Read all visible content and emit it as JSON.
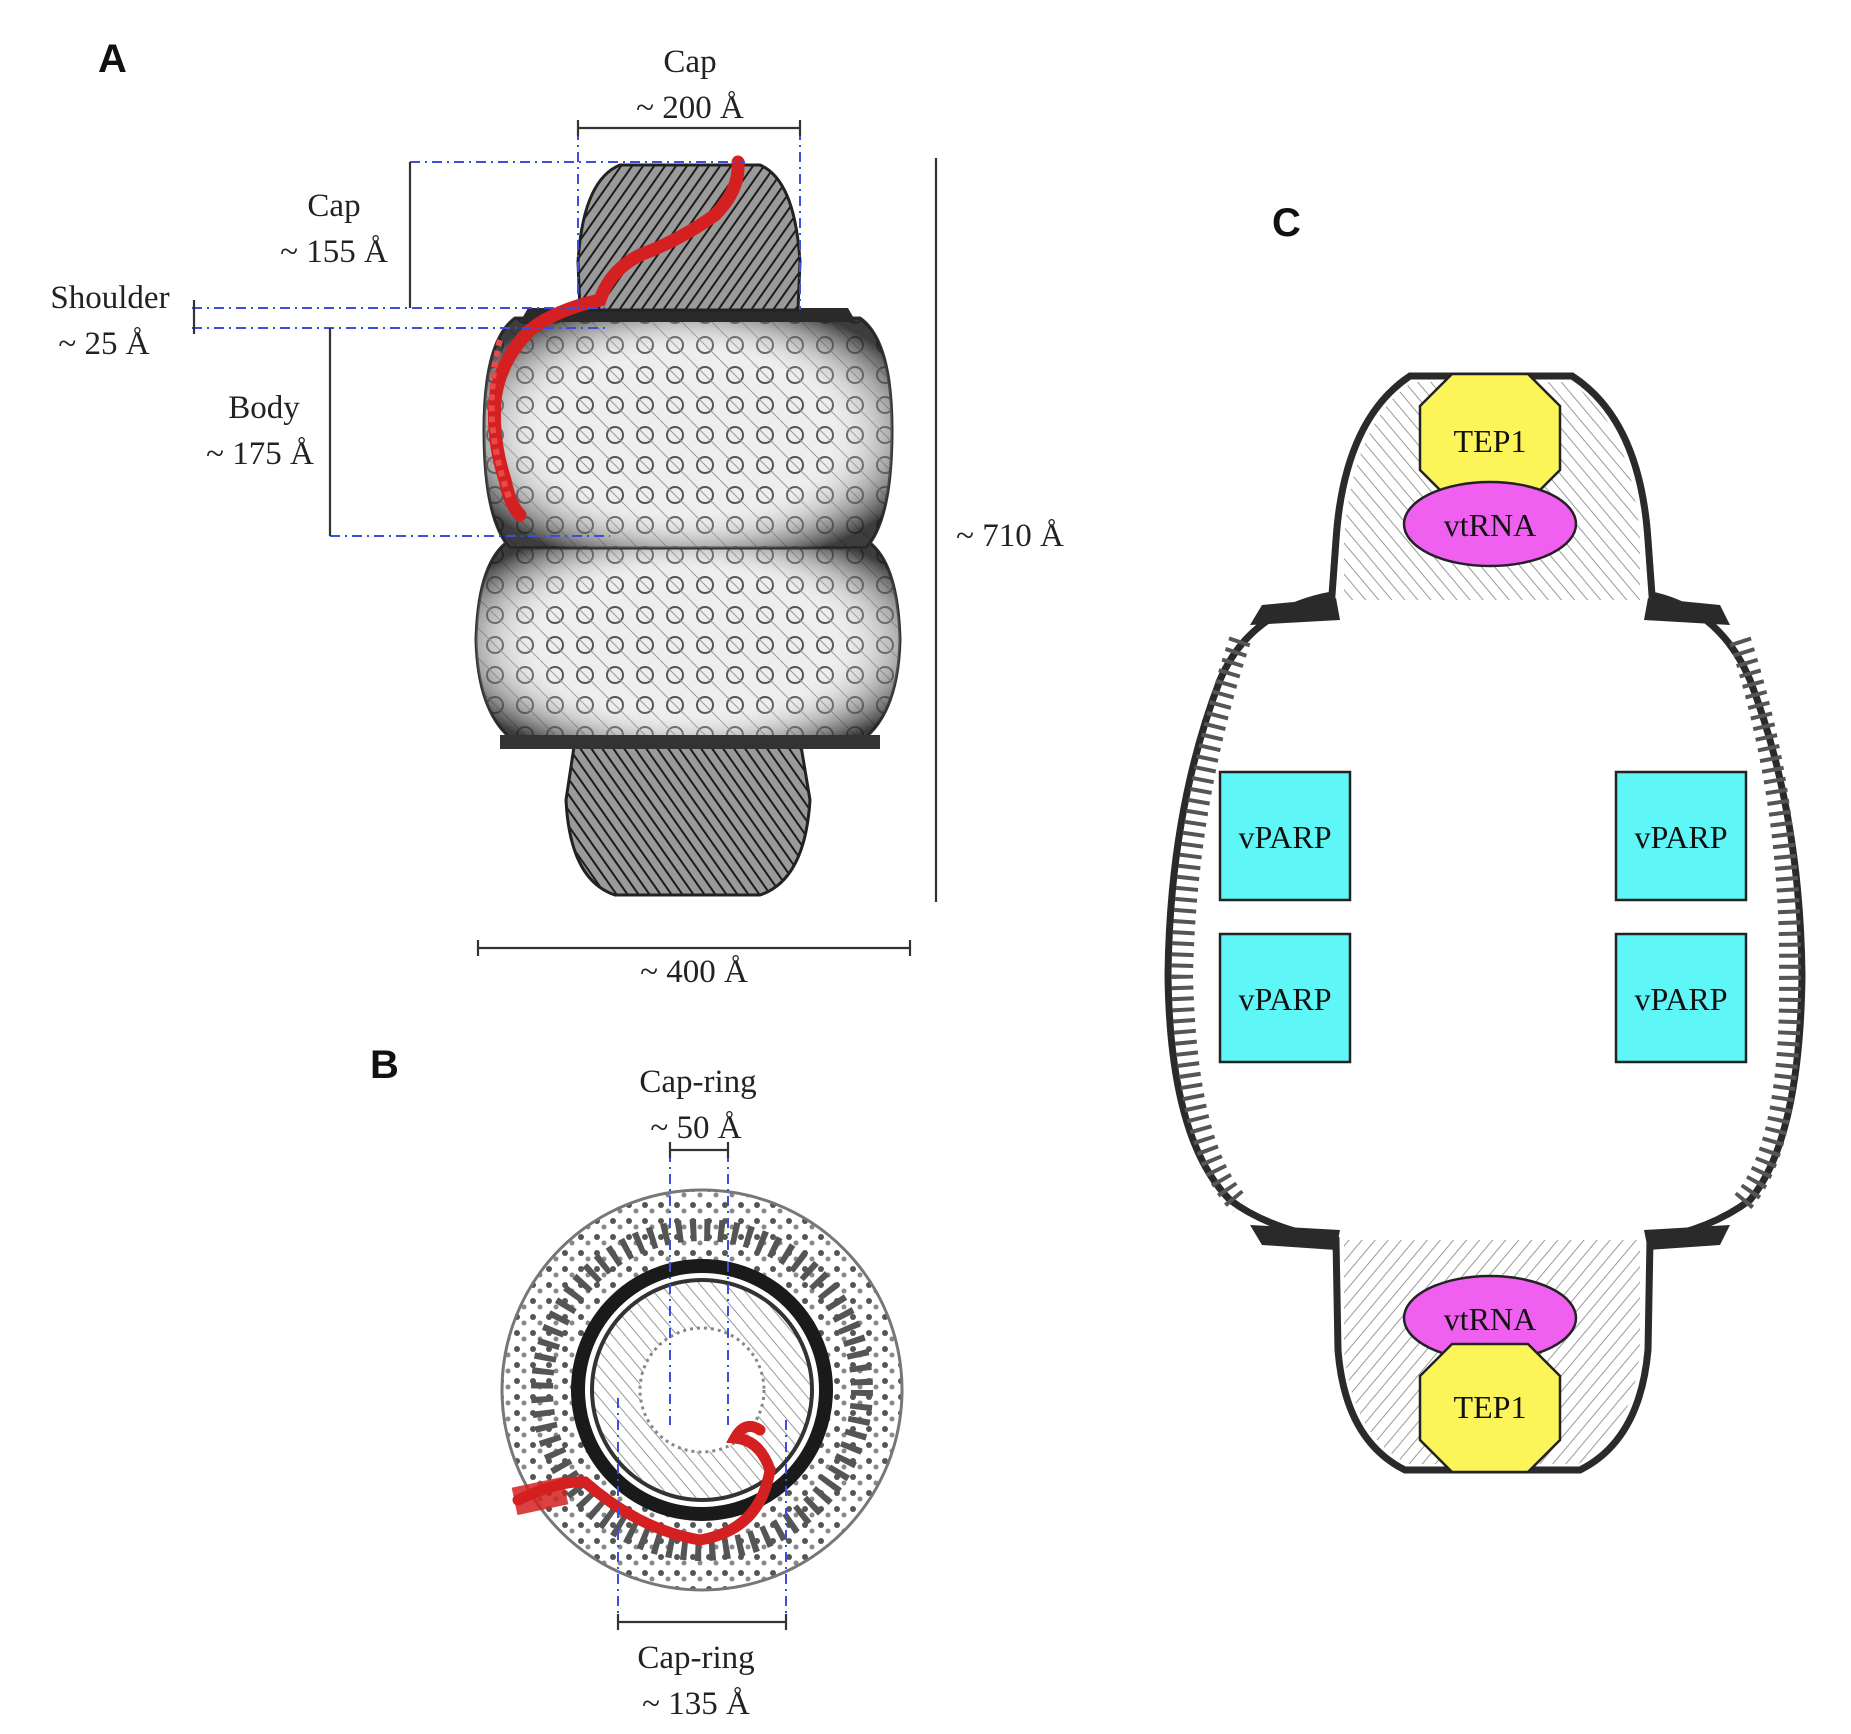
{
  "panels": {
    "a": {
      "letter": "A",
      "cap_top": {
        "name": "Cap",
        "value": "~ 200 Å"
      },
      "cap_side": {
        "name": "Cap",
        "value": "~ 155 Å"
      },
      "shoulder": {
        "name": "Shoulder",
        "value": "~ 25 Å"
      },
      "body": {
        "name": "Body",
        "value": "~ 175 Å"
      },
      "height": "~ 710 Å",
      "width": "~ 400 Å"
    },
    "b": {
      "letter": "B",
      "cap_ring_top": {
        "name": "Cap-ring",
        "value": "~ 50 Å"
      },
      "cap_ring_bottom": {
        "name": "Cap-ring",
        "value": "~ 135 Å"
      }
    },
    "c": {
      "letter": "C",
      "components": {
        "tep1": "TEP1",
        "vtrna": "vtRNA",
        "vparp": "vPARP"
      }
    }
  },
  "colors": {
    "shell": "#2b2b2b",
    "highlight": "#d42020",
    "guide": "#3a4fe0",
    "tep1": "#fbf55a",
    "vtrna": "#f060f0",
    "vparp": "#5ef6f6"
  }
}
